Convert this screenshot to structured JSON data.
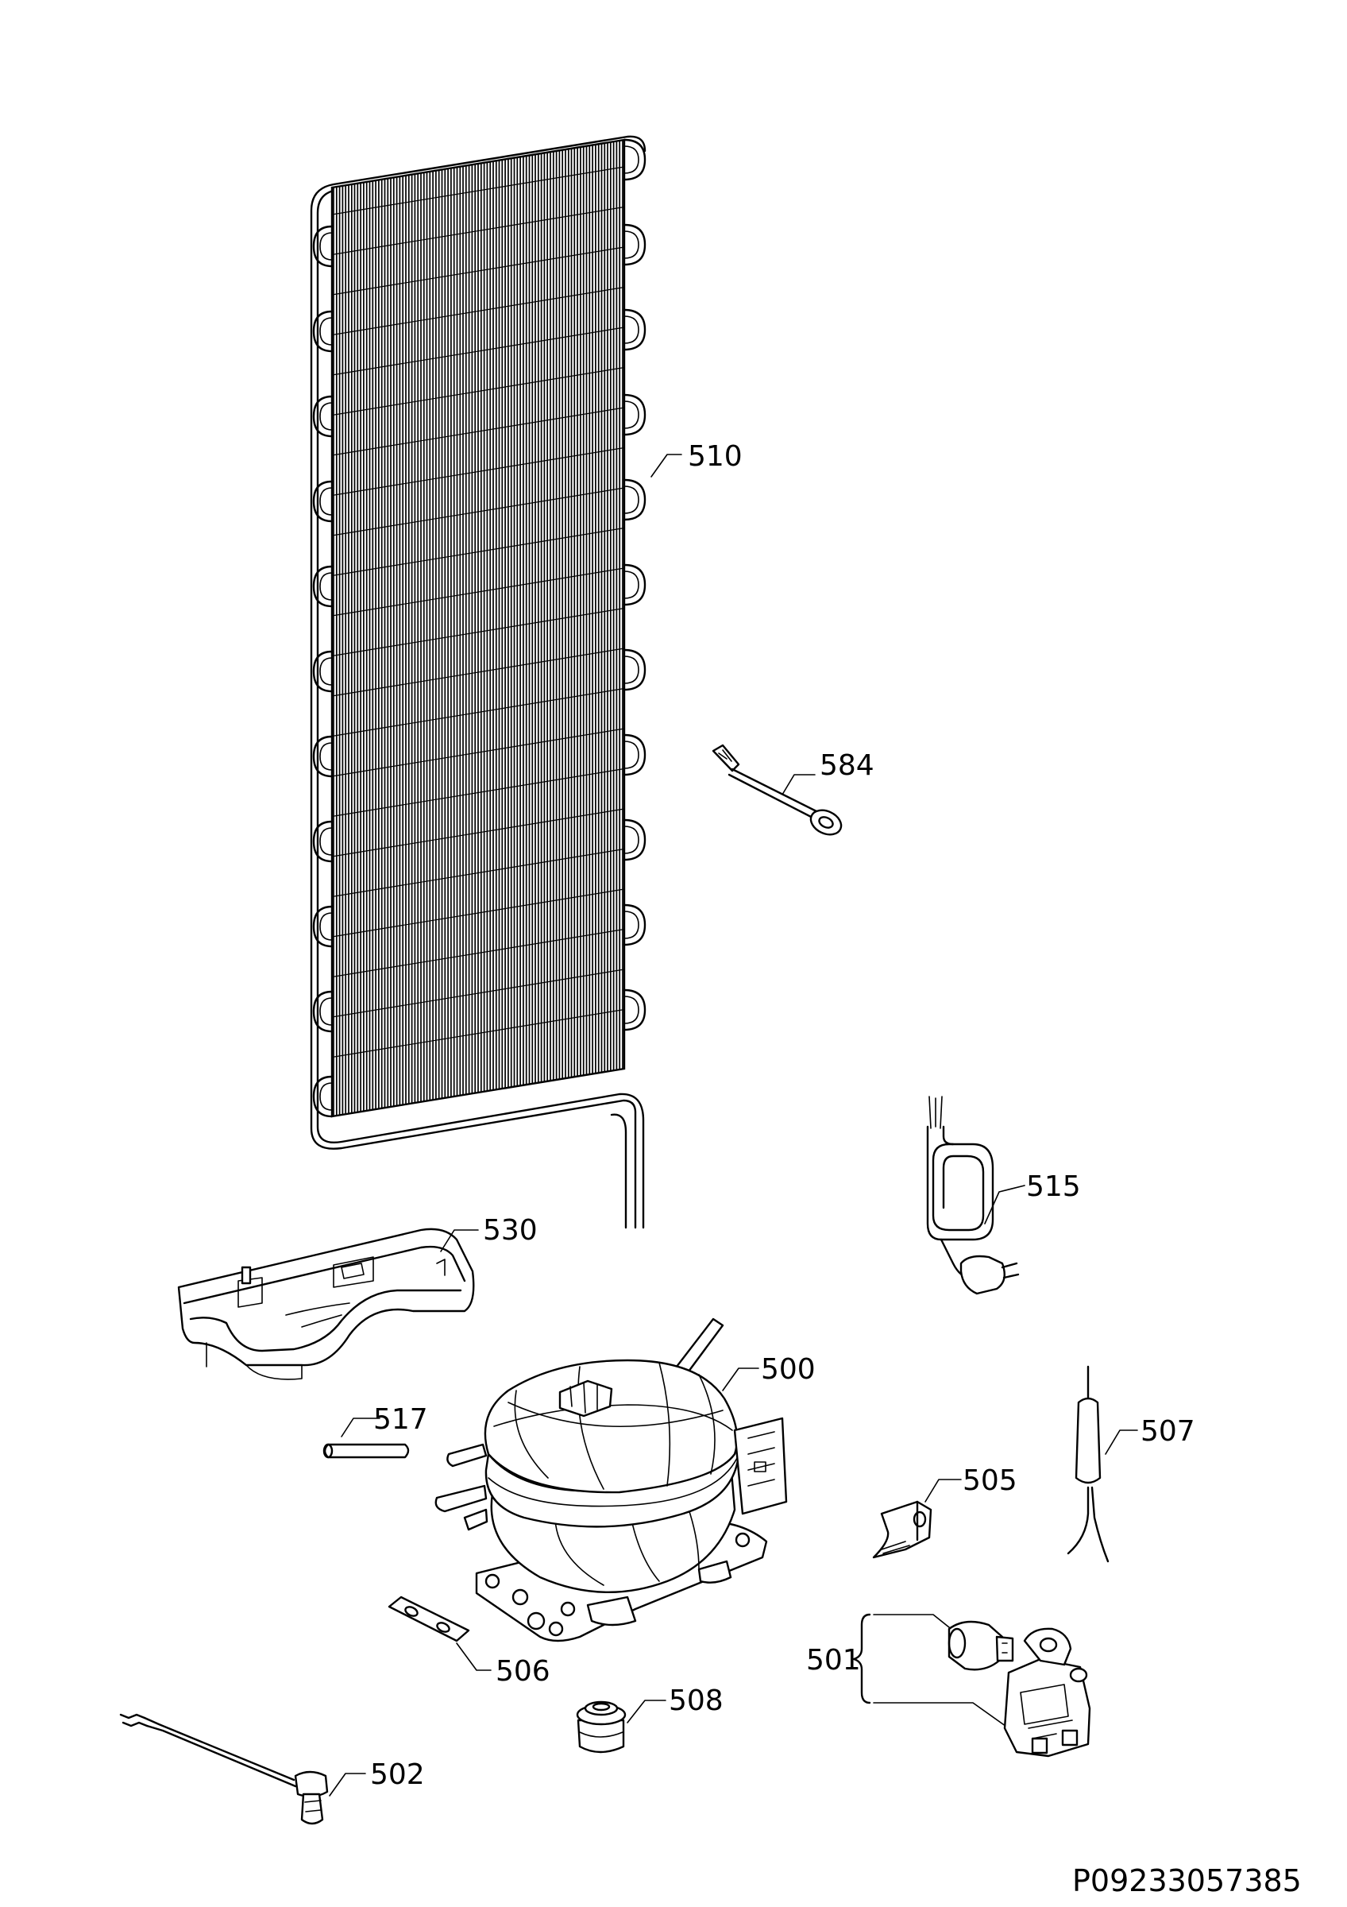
{
  "parts": [
    {
      "number": "510"
    },
    {
      "number": "584"
    },
    {
      "number": "515"
    },
    {
      "number": "530"
    },
    {
      "number": "500"
    },
    {
      "number": "517"
    },
    {
      "number": "507"
    },
    {
      "number": "505"
    },
    {
      "number": "501"
    },
    {
      "number": "506"
    },
    {
      "number": "508"
    },
    {
      "number": "502"
    }
  ],
  "drawing_code": "P09233057385"
}
